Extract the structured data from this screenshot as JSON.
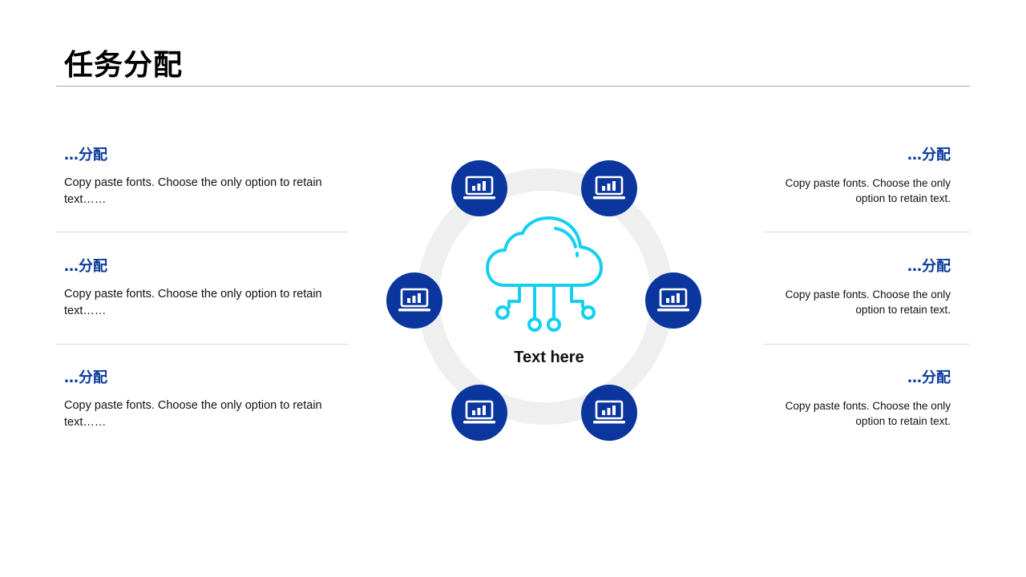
{
  "title": "任务分配",
  "left_items": [
    {
      "heading": "…分配",
      "text": "Copy paste fonts. Choose the only option to retain text……"
    },
    {
      "heading": "…分配",
      "text": "Copy paste fonts. Choose the only option to retain text……"
    },
    {
      "heading": "…分配",
      "text": "Copy paste fonts. Choose the only option to retain text……"
    }
  ],
  "right_items": [
    {
      "heading": "…分配",
      "text": "Copy paste fonts. Choose the only option to retain text."
    },
    {
      "heading": "…分配",
      "text": "Copy paste fonts. Choose the only option to retain text."
    },
    {
      "heading": "…分配",
      "text": "Copy paste fonts. Choose the only option to retain text."
    }
  ],
  "center": {
    "label": "Text here",
    "icon": "cloud-network-icon"
  },
  "nodes_icon": "laptop-chart-icon",
  "colors": {
    "accent": "#0a369d",
    "heading": "#0a3a9b",
    "cloud": "#14d0f0",
    "ring": "#efefef"
  }
}
